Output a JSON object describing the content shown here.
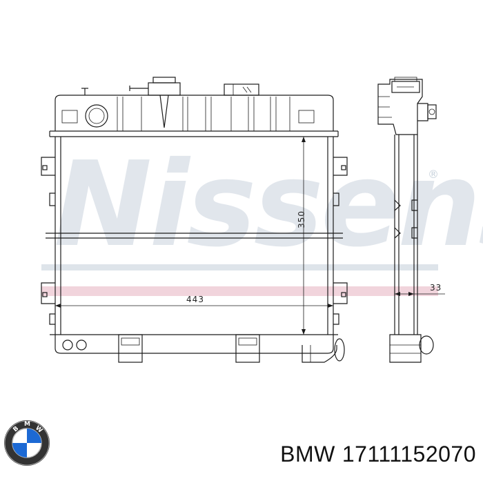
{
  "watermark": {
    "text": "Nissens",
    "registered": "®"
  },
  "dimensions": {
    "height": "350",
    "width": "443",
    "depth": "33"
  },
  "footer": {
    "brand": "BMW",
    "part_number": "17111152070"
  },
  "logo": {
    "letters": [
      "B",
      "M",
      "W"
    ]
  },
  "colors": {
    "watermark_blue": "#c8d2dc",
    "watermark_pink": "#e8b8c4",
    "line": "#1a1a1a",
    "bmw_blue": "#1c69d4"
  }
}
